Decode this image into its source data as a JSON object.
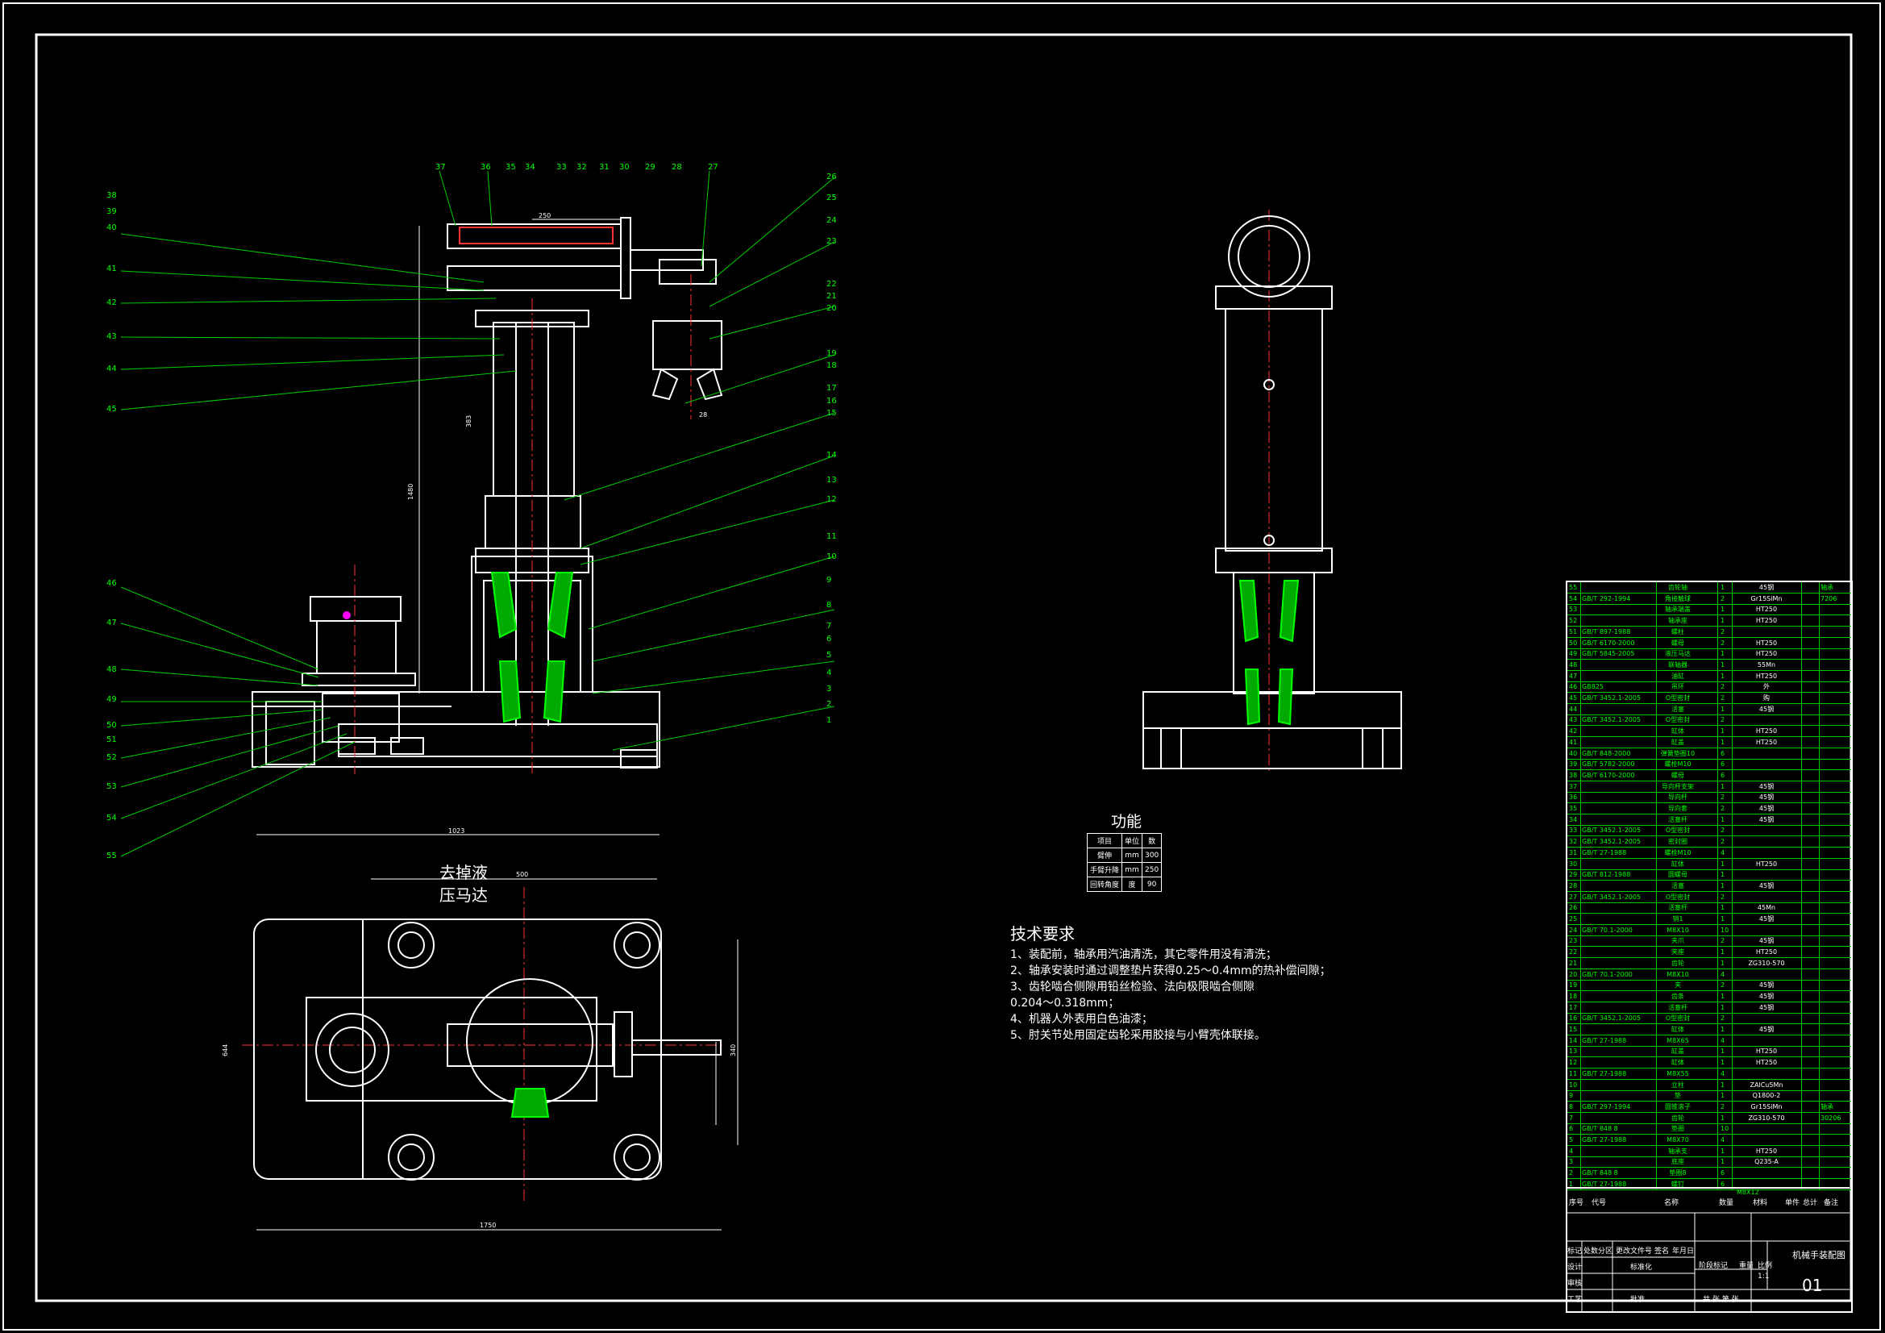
{
  "drawing": {
    "function_title": "功能",
    "params_table": {
      "header": [
        "项目",
        "单位",
        "数"
      ],
      "rows": [
        [
          "臂伸",
          "mm",
          "300"
        ],
        [
          "手臂升降",
          "mm",
          "250"
        ],
        [
          "回转角度",
          "度",
          "90"
        ]
      ]
    },
    "hydraulic_label_1": "去掉液",
    "hydraulic_label_2": "压马达",
    "tech_title": "技术要求",
    "tech_items": [
      "1、装配前，轴承用汽油清洗，其它零件用没有清洗；",
      "2、轴承安装时通过调整垫片获得0.25～0.4mm的热补偿间隙；",
      "3、齿轮啮合侧隙用铅丝检验、法向极限啮合侧隙",
      "0.204～0.318mm；",
      "4、机器人外表用白色油漆；",
      "5、肘关节处用固定齿轮采用胶接与小臂壳体联接。"
    ],
    "dimensions": {
      "d_top": "250",
      "d_grip": "28",
      "d_height": "1480",
      "d_mid": "383",
      "d_base": "1023",
      "d_plan_w": "1750",
      "d_plan_top": "500",
      "d_plan_h": "644",
      "d_plan_h2": "340"
    },
    "front_view_callouts_top": [
      "37",
      "36",
      "35",
      "34",
      "33",
      "32",
      "31",
      "30",
      "29",
      "28",
      "27"
    ],
    "front_view_callouts_left": [
      "38",
      "39",
      "40",
      "41",
      "42",
      "43",
      "44",
      "45",
      "46",
      "47",
      "48",
      "49",
      "50",
      "51",
      "52",
      "53",
      "54",
      "55"
    ],
    "front_view_callouts_right": [
      "26",
      "25",
      "24",
      "23",
      "22",
      "21",
      "20",
      "19",
      "18",
      "17",
      "16",
      "15",
      "14",
      "13",
      "12",
      "11",
      "10",
      "9",
      "8",
      "7",
      "6",
      "5",
      "4",
      "3",
      "2",
      "1"
    ],
    "bom_rows": [
      {
        "no": "55",
        "code": "",
        "name": "齿轮轴",
        "qty": "1",
        "mat": "45钢",
        "note": "轴承"
      },
      {
        "no": "54",
        "code": "GB/T 292-1994",
        "name": "角接触球",
        "qty": "2",
        "mat": "Gr15SiMn",
        "note": "7206"
      },
      {
        "no": "53",
        "code": "",
        "name": "轴承端盖",
        "qty": "1",
        "mat": "HT250",
        "note": ""
      },
      {
        "no": "52",
        "code": "",
        "name": "轴承座",
        "qty": "1",
        "mat": "HT250",
        "note": ""
      },
      {
        "no": "51",
        "code": "GB/T 897-1988",
        "name": "螺柱",
        "qty": "2",
        "mat": "",
        "note": ""
      },
      {
        "no": "50",
        "code": "GB/T 6170-2000",
        "name": "螺母",
        "qty": "2",
        "mat": "HT250",
        "note": ""
      },
      {
        "no": "49",
        "code": "GB/T 5845-2005",
        "name": "液压马达",
        "qty": "1",
        "mat": "HT250",
        "note": ""
      },
      {
        "no": "48",
        "code": "",
        "name": "联轴器",
        "qty": "1",
        "mat": "55Mn",
        "note": ""
      },
      {
        "no": "47",
        "code": "",
        "name": "油缸",
        "qty": "1",
        "mat": "HT250",
        "note": ""
      },
      {
        "no": "46",
        "code": "GB825",
        "name": "吊环",
        "qty": "2",
        "mat": "外",
        "note": ""
      },
      {
        "no": "45",
        "code": "GB/T 3452.1-2005",
        "name": "O型密封",
        "qty": "2",
        "mat": "购",
        "note": ""
      },
      {
        "no": "44",
        "code": "",
        "name": "活塞",
        "qty": "1",
        "mat": "45钢",
        "note": ""
      },
      {
        "no": "43",
        "code": "GB/T 3452.1-2005",
        "name": "O型密封",
        "qty": "2",
        "mat": "",
        "note": ""
      },
      {
        "no": "42",
        "code": "",
        "name": "缸体",
        "qty": "1",
        "mat": "HT250",
        "note": ""
      },
      {
        "no": "41",
        "code": "",
        "name": "缸盖",
        "qty": "1",
        "mat": "HT250",
        "note": ""
      },
      {
        "no": "40",
        "code": "GB/T 848-2000",
        "name": "弹簧垫圈10",
        "qty": "6",
        "mat": "",
        "note": ""
      },
      {
        "no": "39",
        "code": "GB/T 5782-2000",
        "name": "螺栓M10",
        "qty": "6",
        "mat": "",
        "note": ""
      },
      {
        "no": "38",
        "code": "GB/T 6170-2000",
        "name": "螺母",
        "qty": "6",
        "mat": "",
        "note": ""
      },
      {
        "no": "37",
        "code": "",
        "name": "导向杆支架",
        "qty": "1",
        "mat": "45钢",
        "note": ""
      },
      {
        "no": "36",
        "code": "",
        "name": "导向杆",
        "qty": "2",
        "mat": "45钢",
        "note": ""
      },
      {
        "no": "35",
        "code": "",
        "name": "导向套",
        "qty": "2",
        "mat": "45钢",
        "note": ""
      },
      {
        "no": "34",
        "code": "",
        "name": "活塞杆",
        "qty": "1",
        "mat": "45钢",
        "note": ""
      },
      {
        "no": "33",
        "code": "GB/T 3452.1-2005",
        "name": "O型密封",
        "qty": "2",
        "mat": "",
        "note": ""
      },
      {
        "no": "32",
        "code": "GB/T 3452.1-2005",
        "name": "密封圈",
        "qty": "2",
        "mat": "",
        "note": ""
      },
      {
        "no": "31",
        "code": "GB/T 27-1988",
        "name": "螺栓M10",
        "qty": "4",
        "mat": "",
        "note": ""
      },
      {
        "no": "30",
        "code": "",
        "name": "缸体",
        "qty": "1",
        "mat": "HT250",
        "note": ""
      },
      {
        "no": "29",
        "code": "GB/T 812-1988",
        "name": "圆螺母",
        "qty": "1",
        "mat": "",
        "note": ""
      },
      {
        "no": "28",
        "code": "",
        "name": "活塞",
        "qty": "1",
        "mat": "45钢",
        "note": ""
      },
      {
        "no": "27",
        "code": "GB/T 3452.1-2005",
        "name": "O型密封",
        "qty": "2",
        "mat": "",
        "note": ""
      },
      {
        "no": "26",
        "code": "",
        "name": "活塞杆",
        "qty": "1",
        "mat": "45Mn",
        "note": ""
      },
      {
        "no": "25",
        "code": "",
        "name": "销1",
        "qty": "1",
        "mat": "45钢",
        "note": ""
      },
      {
        "no": "24",
        "code": "GB/T 70.1-2000",
        "name": "M8X10",
        "qty": "10",
        "mat": "",
        "note": ""
      },
      {
        "no": "23",
        "code": "",
        "name": "夹爪",
        "qty": "2",
        "mat": "45钢",
        "note": ""
      },
      {
        "no": "22",
        "code": "",
        "name": "夹座",
        "qty": "1",
        "mat": "HT250",
        "note": ""
      },
      {
        "no": "21",
        "code": "",
        "name": "齿轮",
        "qty": "1",
        "mat": "ZG310-570",
        "note": ""
      },
      {
        "no": "20",
        "code": "GB/T 70.1-2000",
        "name": "M8X10",
        "qty": "4",
        "mat": "",
        "note": ""
      },
      {
        "no": "19",
        "code": "",
        "name": "夹",
        "qty": "2",
        "mat": "45钢",
        "note": ""
      },
      {
        "no": "18",
        "code": "",
        "name": "齿条",
        "qty": "1",
        "mat": "45钢",
        "note": ""
      },
      {
        "no": "17",
        "code": "",
        "name": "活塞杆",
        "qty": "1",
        "mat": "45钢",
        "note": ""
      },
      {
        "no": "16",
        "code": "GB/T 3452.1-2005",
        "name": "O型密封",
        "qty": "2",
        "mat": "",
        "note": ""
      },
      {
        "no": "15",
        "code": "",
        "name": "缸体",
        "qty": "1",
        "mat": "45钢",
        "note": ""
      },
      {
        "no": "14",
        "code": "GB/T 27-1988",
        "name": "M8X65",
        "qty": "4",
        "mat": "",
        "note": ""
      },
      {
        "no": "13",
        "code": "",
        "name": "缸盖",
        "qty": "1",
        "mat": "HT250",
        "note": ""
      },
      {
        "no": "12",
        "code": "",
        "name": "缸体",
        "qty": "1",
        "mat": "HT250",
        "note": ""
      },
      {
        "no": "11",
        "code": "GB/T 27-1988",
        "name": "M8X55",
        "qty": "4",
        "mat": "",
        "note": ""
      },
      {
        "no": "10",
        "code": "",
        "name": "立柱",
        "qty": "1",
        "mat": "ZAlCu5Mn",
        "note": ""
      },
      {
        "no": "9",
        "code": "",
        "name": "垫",
        "qty": "1",
        "mat": "Q1800-2",
        "note": ""
      },
      {
        "no": "8",
        "code": "GB/T 297-1994",
        "name": "圆锥滚子",
        "qty": "2",
        "mat": "Gr15SiMn",
        "note": "轴承"
      },
      {
        "no": "7",
        "code": "",
        "name": "齿轮",
        "qty": "1",
        "mat": "ZG310-570",
        "note": "30206"
      },
      {
        "no": "6",
        "code": "GB/T 848 8",
        "name": "垫圈",
        "qty": "10",
        "mat": "",
        "note": ""
      },
      {
        "no": "5",
        "code": "GB/T 27-1988",
        "name": "M8X70",
        "qty": "4",
        "mat": "",
        "note": ""
      },
      {
        "no": "4",
        "code": "",
        "name": "轴承支",
        "qty": "1",
        "mat": "HT250",
        "note": ""
      },
      {
        "no": "3",
        "code": "",
        "name": "底座",
        "qty": "1",
        "mat": "Q235-A",
        "note": ""
      },
      {
        "no": "2",
        "code": "GB/T 848 8",
        "name": "垫圈8",
        "qty": "6",
        "mat": "",
        "note": ""
      },
      {
        "no": "1",
        "code": "GB/T 27-1988",
        "name": "螺钉",
        "qty": "6",
        "mat": "",
        "note": ""
      }
    ],
    "bom_header": {
      "no": "序号",
      "code": "代号",
      "name": "名称",
      "qty": "数量",
      "mat": "材料",
      "unit": "单件",
      "total": "总计",
      "note": "备注"
    },
    "bom_extra": "M8X12",
    "title_block": {
      "drawing_name": "机械手装配图",
      "drawing_no": "01",
      "rows_left": [
        "标记",
        "设计",
        "审核",
        "工艺"
      ],
      "mid": [
        "处数",
        "标准化",
        "",
        "批准"
      ],
      "c1": "分区",
      "c2": "更改文件号",
      "c3": "签名",
      "c4": "年月日",
      "stage": "阶段标记",
      "weight": "重量",
      "scale": "比例",
      "ratio": "1:1",
      "sheet": "共 张 第 张"
    }
  }
}
